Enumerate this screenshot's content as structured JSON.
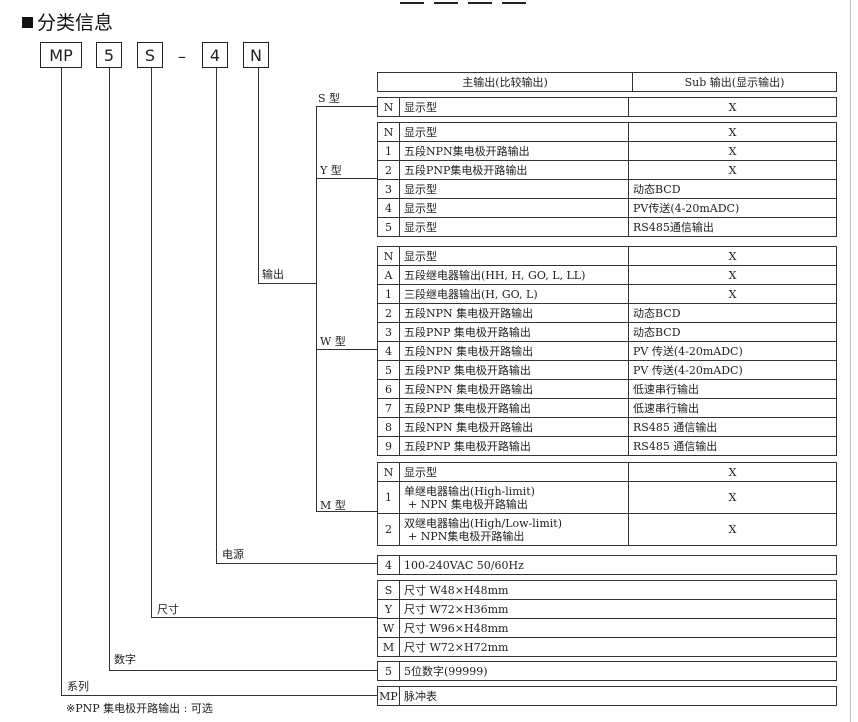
{
  "heading": "分类信息",
  "code": {
    "series": "MP",
    "digits": "5",
    "size": "S",
    "dash": "–",
    "power": "4",
    "output": "N"
  },
  "labels": {
    "s_type": "S 型",
    "y_type": "Y 型",
    "w_type": "W 型",
    "m_type": "M 型",
    "output": "输出",
    "power": "电源",
    "size": "尺寸",
    "digits": "数字",
    "series": "系列"
  },
  "header": {
    "main": "主输出(比较输出)",
    "sub": "Sub 输出(显示输出)"
  },
  "s_rows": [
    {
      "c": "N",
      "d": "显示型",
      "s": "X"
    }
  ],
  "y_rows": [
    {
      "c": "N",
      "d": "显示型",
      "s": "X"
    },
    {
      "c": "1",
      "d": "五段NPN集电极开路输出",
      "s": "X"
    },
    {
      "c": "2",
      "d": "五段PNP集电极开路输出",
      "s": "X"
    },
    {
      "c": "3",
      "d": "显示型",
      "s": "动态BCD"
    },
    {
      "c": "4",
      "d": "显示型",
      "s": "PV传送(4-20mADC)"
    },
    {
      "c": "5",
      "d": "显示型",
      "s": "RS485通信输出"
    }
  ],
  "w_rows": [
    {
      "c": "N",
      "d": "显示型",
      "s": "X"
    },
    {
      "c": "A",
      "d": "五段继电器输出(HH, H, GO, L, LL)",
      "s": "X"
    },
    {
      "c": "1",
      "d": "三段继电器输出(H, GO, L)",
      "s": "X"
    },
    {
      "c": "2",
      "d": "五段NPN 集电极开路输出",
      "s": "动态BCD"
    },
    {
      "c": "3",
      "d": "五段PNP 集电极开路输出",
      "s": "动态BCD"
    },
    {
      "c": "4",
      "d": "五段NPN 集电极开路输出",
      "s": "PV 传送(4-20mADC)"
    },
    {
      "c": "5",
      "d": "五段PNP 集电极开路输出",
      "s": "PV 传送(4-20mADC)"
    },
    {
      "c": "6",
      "d": "五段NPN 集电极开路输出",
      "s": "低速串行输出"
    },
    {
      "c": "7",
      "d": "五段PNP 集电极开路输出",
      "s": "低速串行输出"
    },
    {
      "c": "8",
      "d": "五段NPN 集电极开路输出",
      "s": "RS485 通信输出"
    },
    {
      "c": "9",
      "d": "五段PNP 集电极开路输出",
      "s": "RS485 通信输出"
    }
  ],
  "m_rows": [
    {
      "c": "N",
      "d1": "显示型",
      "d2": "",
      "s": "X"
    },
    {
      "c": "1",
      "d1": "单继电器输出(High-limit)",
      "d2": "+ NPN 集电极开路输出",
      "s": "X"
    },
    {
      "c": "2",
      "d1": "双继电器输出(High/Low-limit)",
      "d2": "+ NPN集电极开路输出",
      "s": "X"
    }
  ],
  "power_rows": [
    {
      "c": "4",
      "d": "100-240VAC 50/60Hz"
    }
  ],
  "size_rows": [
    {
      "c": "S",
      "d": "尺寸 W48×H48mm"
    },
    {
      "c": "Y",
      "d": "尺寸 W72×H36mm"
    },
    {
      "c": "W",
      "d": "尺寸 W96×H48mm"
    },
    {
      "c": "M",
      "d": "尺寸 W72×H72mm"
    }
  ],
  "digit_rows": [
    {
      "c": "5",
      "d": "5位数字(99999)"
    }
  ],
  "series_rows": [
    {
      "c": "MP",
      "d": "脉冲表"
    }
  ],
  "footnote": "※PNP 集电极开路输出 : 可选"
}
